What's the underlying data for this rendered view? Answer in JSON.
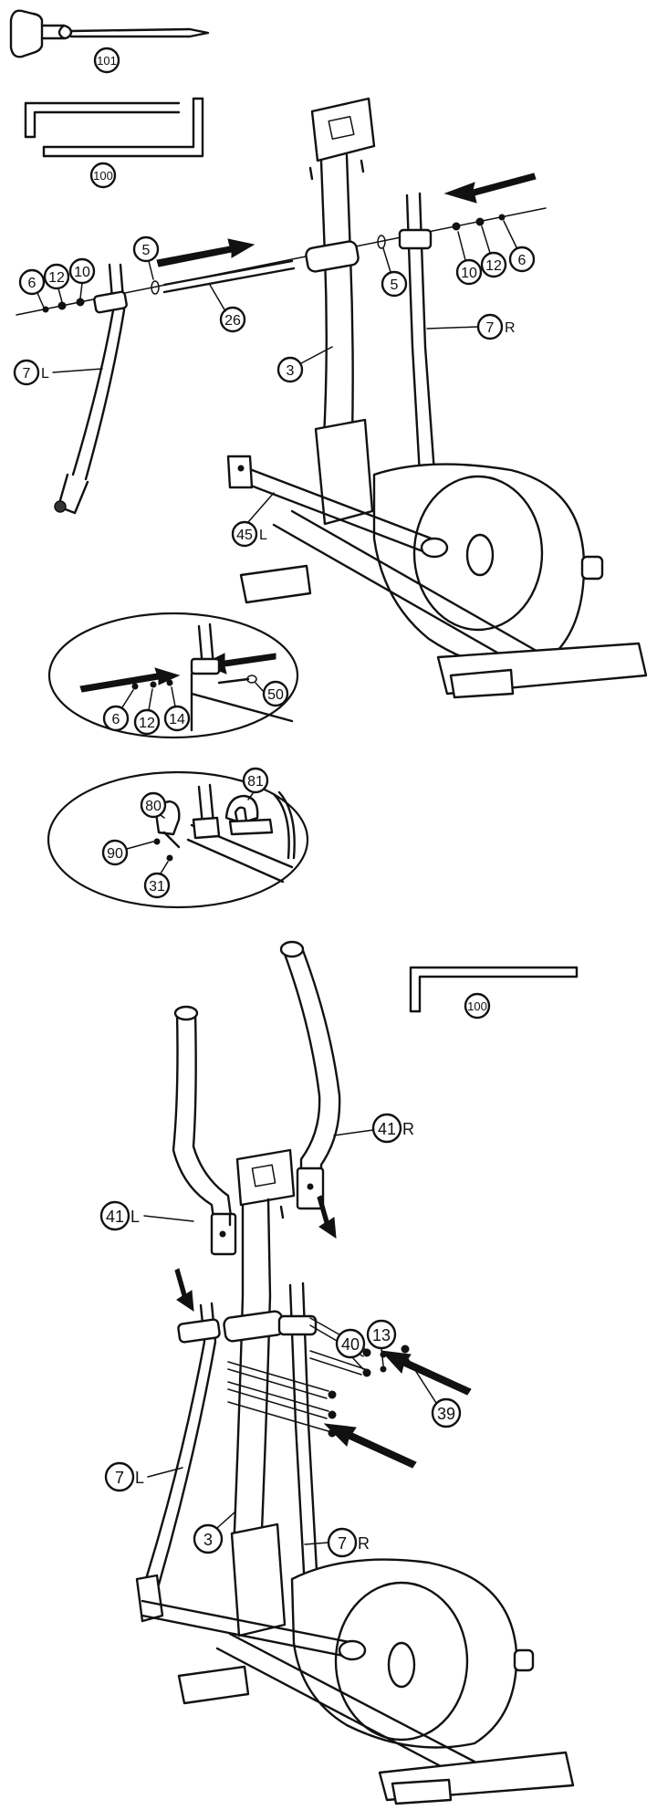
{
  "step_a": {
    "tools": [
      "101",
      "100"
    ],
    "callouts": {
      "c6": "6",
      "c12": "12",
      "c10": "10",
      "c5_left": "5",
      "c26": "26",
      "c7L": "7",
      "c7L_side": "L",
      "c3": "3",
      "c5_right": "5",
      "c10_right": "10",
      "c12_right": "12",
      "c6_right": "6",
      "c7R": "7",
      "c7R_side": "R",
      "c45L": "45",
      "c45L_side": "L"
    },
    "detail1": {
      "c6": "6",
      "c12": "12",
      "c14": "14",
      "c50": "50"
    },
    "detail2": {
      "c81": "81",
      "c80": "80",
      "c90": "90",
      "c31": "31"
    }
  },
  "step_b": {
    "tool": "100",
    "callouts": {
      "c41R": "41",
      "c41R_side": "R",
      "c41L": "41",
      "c41L_side": "L",
      "c40": "40",
      "c13": "13",
      "c39": "39",
      "c7L": "7",
      "c7L_side": "L",
      "c3": "3",
      "c7R": "7",
      "c7R_side": "R"
    }
  }
}
